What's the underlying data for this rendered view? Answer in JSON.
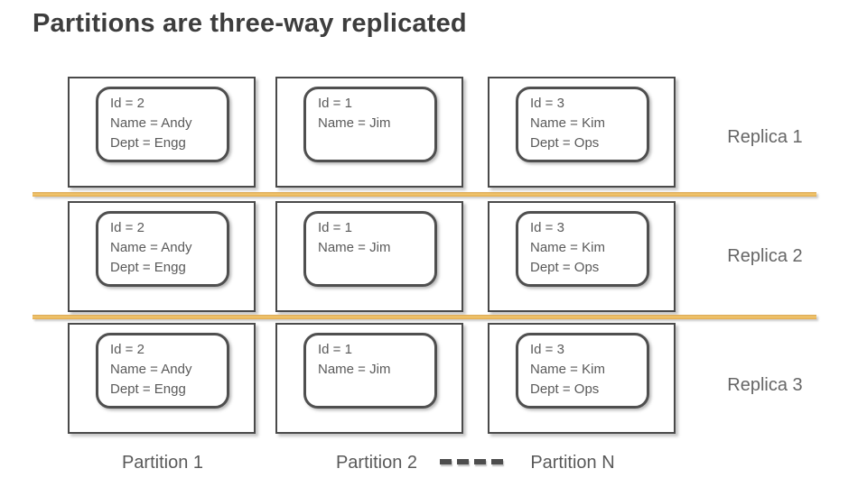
{
  "title": "Partitions are three-way replicated",
  "colors": {
    "title_text": "#3d3d3d",
    "box_border": "#4a4a4a",
    "record_border": "#4f4f4f",
    "record_text": "#5a5a5a",
    "label_text": "#666666",
    "divider_orange": "#e8b159",
    "background": "#ffffff"
  },
  "grid": {
    "replicas": [
      {
        "label": "Replica 1",
        "cells": [
          {
            "lines": [
              "Id = 2",
              "Name = Andy",
              "Dept = Engg"
            ]
          },
          {
            "lines": [
              "Id = 1",
              "Name = Jim"
            ]
          },
          {
            "lines": [
              "Id = 3",
              "Name = Kim",
              "Dept = Ops"
            ]
          }
        ]
      },
      {
        "label": "Replica 2",
        "cells": [
          {
            "lines": [
              "Id = 2",
              "Name = Andy",
              "Dept = Engg"
            ]
          },
          {
            "lines": [
              "Id = 1",
              "Name = Jim"
            ]
          },
          {
            "lines": [
              "Id = 3",
              "Name = Kim",
              "Dept = Ops"
            ]
          }
        ]
      },
      {
        "label": "Replica 3",
        "cells": [
          {
            "lines": [
              "Id = 2",
              "Name = Andy",
              "Dept = Engg"
            ]
          },
          {
            "lines": [
              "Id = 1",
              "Name = Jim"
            ]
          },
          {
            "lines": [
              "Id = 3",
              "Name = Kim",
              "Dept = Ops"
            ]
          }
        ]
      }
    ],
    "partition_labels": [
      "Partition 1",
      "Partition 2",
      "Partition N"
    ]
  }
}
